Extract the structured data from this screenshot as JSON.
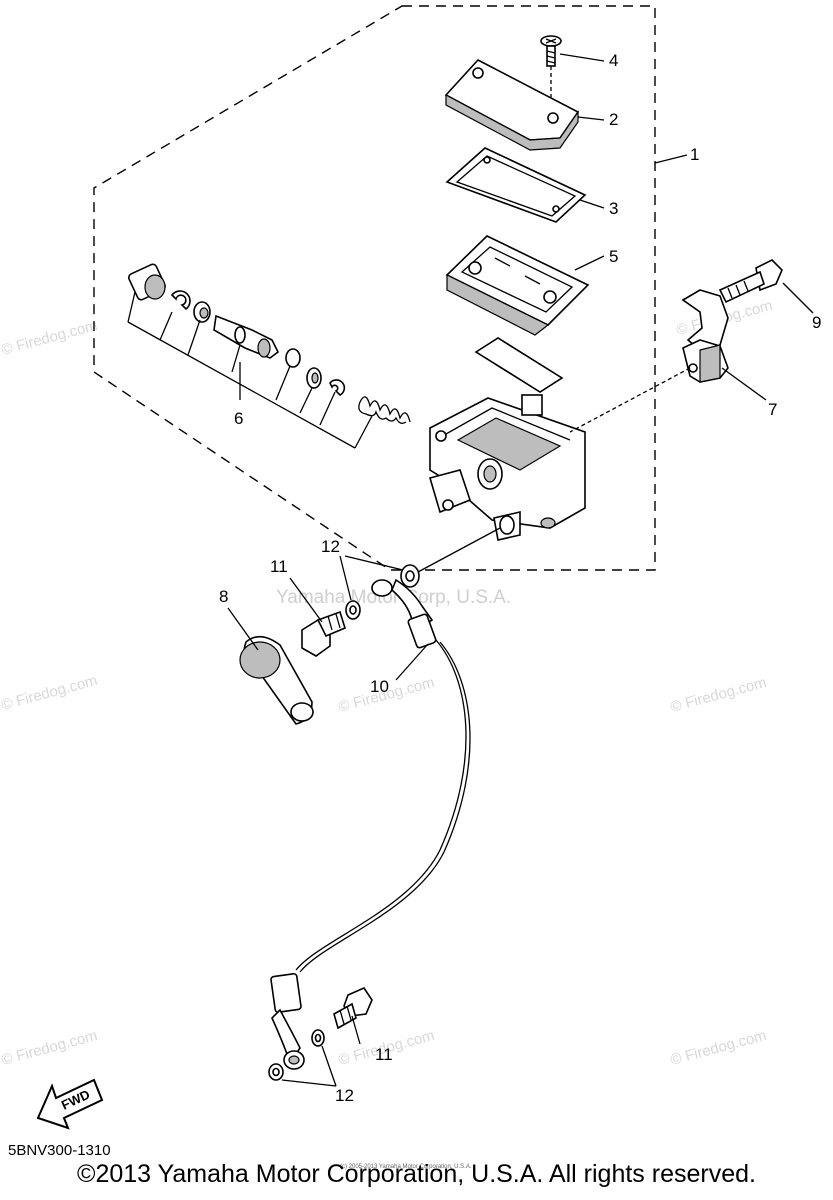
{
  "diagram_id": "5BNV300-1310",
  "copyright": "©2013 Yamaha Motor Corporation, U.S.A. All rights reserved.",
  "fine_print": "(c) 2005-2013 Yamaha Motor Corporation, U.S.A.",
  "watermarks": {
    "firedog": "© Firedog.com",
    "yamaha": "Yamaha Motor Corp, U.S.A."
  },
  "fwd_label": "FWD",
  "callouts": {
    "c1": "1",
    "c2": "2",
    "c3": "3",
    "c4": "4",
    "c5": "5",
    "c6": "6",
    "c7": "7",
    "c8": "8",
    "c9": "9",
    "c10": "10",
    "c11a": "11",
    "c11b": "11",
    "c12a": "12",
    "c12b": "12"
  }
}
